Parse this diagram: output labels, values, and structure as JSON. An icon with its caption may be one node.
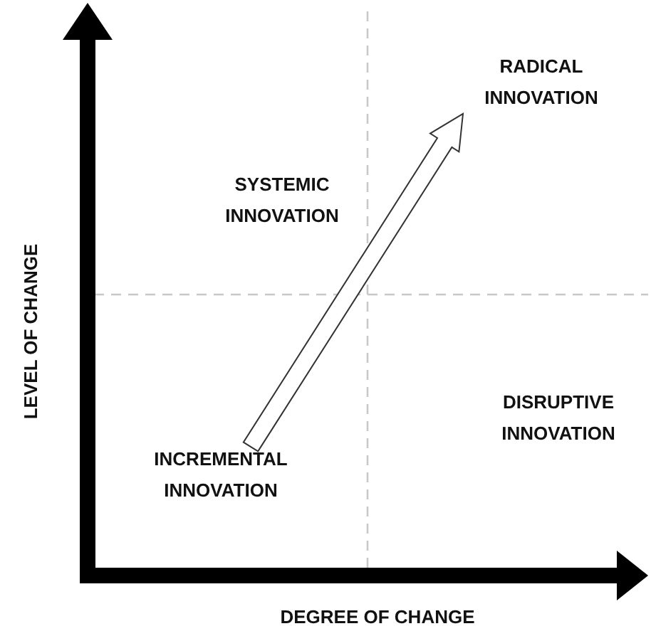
{
  "diagram": {
    "nodes": [
      {
        "text": [
          "RADICAL INNOVATION"
        ]
      },
      {
        "text": [
          "SYSTEMIC INNOVATION"
        ]
      },
      {
        "text": [
          "DISRUPTIVE INNOVATION"
        ]
      },
      {
        "text": [
          "INCREMENTAL INNOVATION"
        ]
      }
    ],
    "edges": [
      {
        "from": 3,
        "to": 0,
        "arrow": "to"
      }
    ],
    "labels": [
      "LEVEL OF CHANGE",
      "DEGREE OF CHANGE"
    ]
  }
}
